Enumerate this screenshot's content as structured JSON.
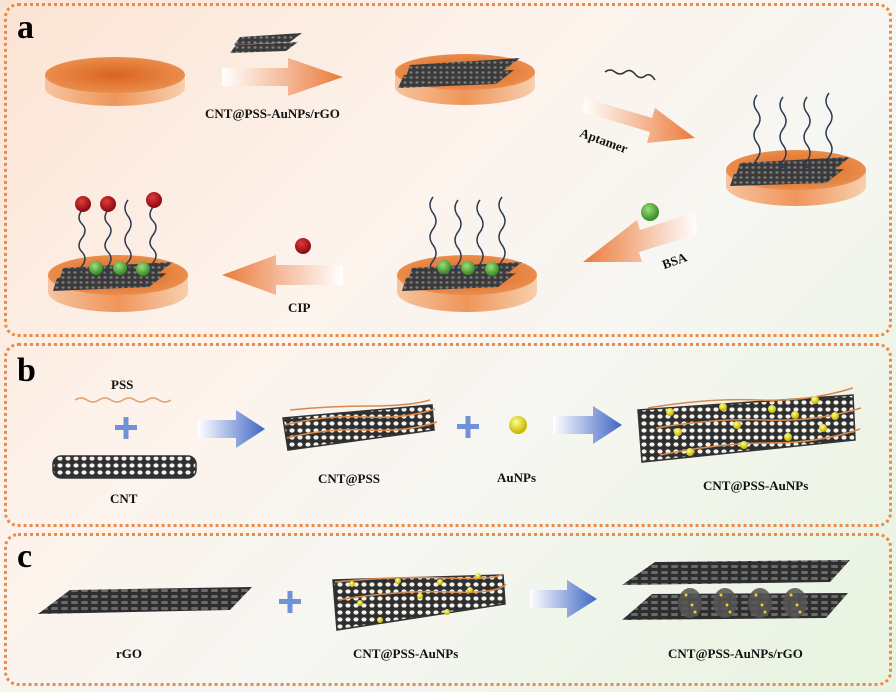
{
  "panels": {
    "a": {
      "letter": "a",
      "steps": [
        {
          "label": "CNT@PSS-AuNPs/rGO"
        },
        {
          "label": "Aptamer"
        },
        {
          "label": "BSA"
        },
        {
          "label": "CIP"
        }
      ]
    },
    "b": {
      "letter": "b",
      "labels": {
        "pss": "PSS",
        "cnt": "CNT",
        "cnt_pss": "CNT@PSS",
        "aunps": "AuNPs",
        "cnt_pss_aunps": "CNT@PSS-AuNPs"
      }
    },
    "c": {
      "letter": "c",
      "labels": {
        "rgo": "rGO",
        "cnt_pss_aunps": "CNT@PSS-AuNPs",
        "product": "CNT@PSS-AuNPs/rGO"
      }
    }
  },
  "colors": {
    "border": "#ec8a4a",
    "electrode": "#e9813f",
    "arrow_orange": "#ea7a3a",
    "arrow_blue": "#4a72c8",
    "plus_blue": "#6f93d6",
    "cip_red": "#b3141b",
    "bsa_green": "#5fb043",
    "aunp_yellow": "#e9e02a",
    "pss_orange": "#e0a070"
  }
}
